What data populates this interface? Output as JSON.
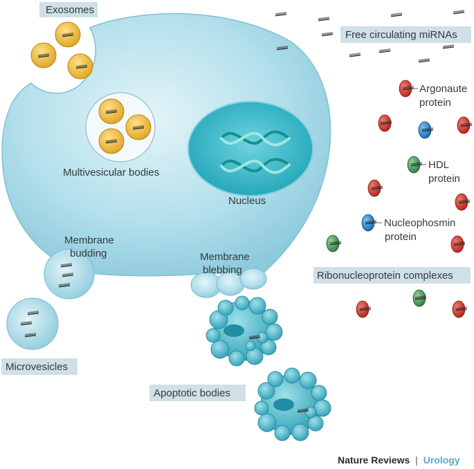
{
  "labels": {
    "exosomes": "Exosomes",
    "free_circulating": "Free circulating miRNAs",
    "multivesicular": "Multivesicular bodies",
    "nucleus": "Nucleus",
    "argonaute_1": "Argonaute",
    "argonaute_2": "protein",
    "hdl_1": "HDL",
    "hdl_2": "protein",
    "nucleophosmin_1": "Nucleophosmin",
    "nucleophosmin_2": "protein",
    "membrane_budding_1": "Membrane",
    "membrane_budding_2": "budding",
    "membrane_blebbing_1": "Membrane",
    "membrane_blebbing_2": "blebbing",
    "ribonucleoprotein": "Ribonucleoprotein complexes",
    "microvesicles": "Microvesicles",
    "apoptotic": "Apoptotic bodies"
  },
  "credit": {
    "journal": "Nature Reviews",
    "separator": "|",
    "section": "Urology"
  },
  "colors": {
    "cell": "#a9dbe8",
    "cell_edge": "#6fb9cf",
    "label_box": "#cfe0e6",
    "exosome": "#f2bf3c",
    "argonaute": "#d9352b",
    "hdl": "#3f9a55",
    "nucleophosmin": "#2a86d6",
    "apoptotic": "#4fb8cc",
    "urology_accent": "#5aa6c2"
  }
}
